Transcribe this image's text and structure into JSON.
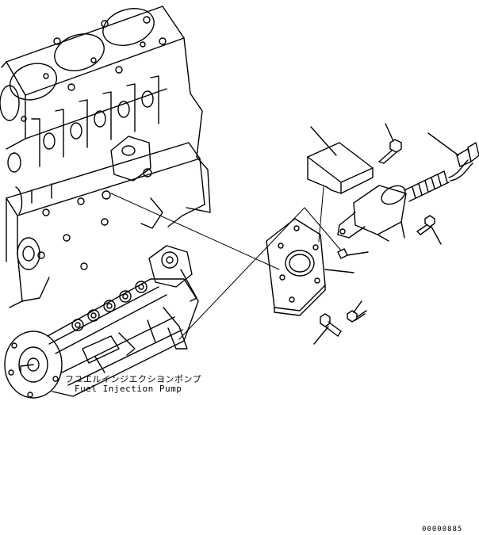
{
  "labels": {
    "pump_name_jp": "フユエルインジエクシヨンポンプ",
    "pump_name_en": "Fuel Injection Pump"
  },
  "drawing_code": "00000885",
  "line_color": "#000000",
  "background_color": "#ffffff"
}
